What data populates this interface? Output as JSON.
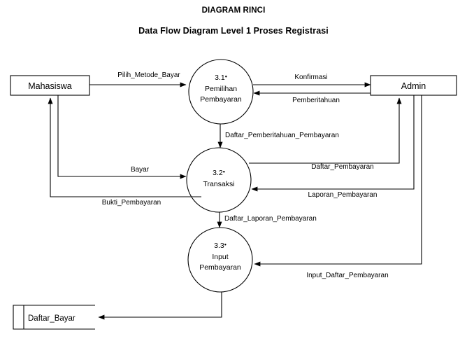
{
  "page": {
    "title_main": "DIAGRAM RINCI",
    "title_sub": "Data Flow Diagram Level 1 Proses Registrasi",
    "background": "#ffffff",
    "stroke_color": "#000000"
  },
  "entities": {
    "mahasiswa": {
      "label": "Mahasiswa"
    },
    "admin": {
      "label": "Admin"
    }
  },
  "datastore": {
    "daftar_bayar": {
      "label": "Daftar_Bayar"
    }
  },
  "processes": {
    "p31": {
      "number": "3.1",
      "marker": "•",
      "line1": "Pemilihan",
      "line2": "Pembayaran"
    },
    "p32": {
      "number": "3.2",
      "marker": "•",
      "line1": "Transaksi",
      "line2": ""
    },
    "p33": {
      "number": "3.3",
      "marker": "•",
      "line1": "Input",
      "line2": "Pembayaran"
    }
  },
  "flows": {
    "pilih_metode_bayar": "Pilih_Metode_Bayar",
    "konfirmasi": "Konfirmasi",
    "pemberitahuan": "Pemberitahuan",
    "daftar_pemberitahuan_pembayaran": "Daftar_Pemberitahuan_Pembayaran",
    "bayar": "Bayar",
    "daftar_pembayaran": "Daftar_Pembayaran",
    "bukti_pembayaran": "Bukti_Pembayaran",
    "laporan_pembayaran": "Laporan_Pembayaran",
    "daftar_laporan_pembayaran": "Daftar_Laporan_Pembayaran",
    "input_daftar_pembayaran": "Input_Daftar_Pembayaran"
  }
}
